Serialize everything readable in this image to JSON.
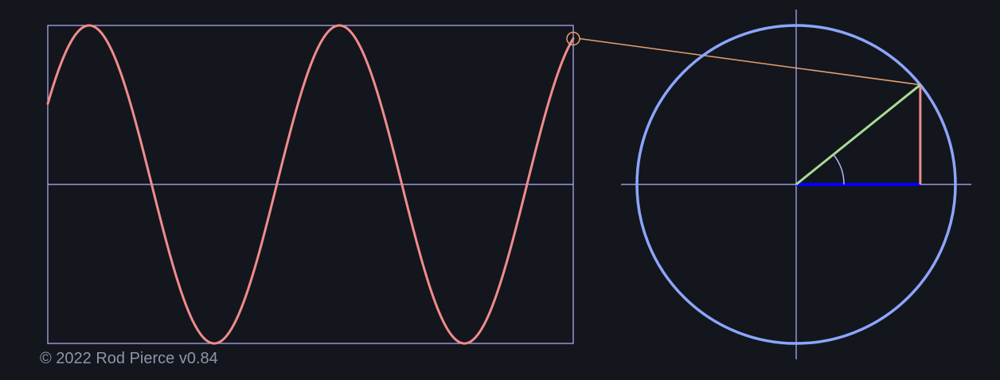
{
  "credit": "© 2022 Rod Pierce v0.84",
  "wave": {
    "cycles": 2.1,
    "phase_start_deg": 30.5,
    "amplitude": 1
  },
  "circle": {
    "angle_deg": 38.8
  },
  "colors": {
    "background": "#14161d",
    "frame": "#b4b4ff",
    "axes": "#b4b4ff",
    "sine_curve": "#f08c8c",
    "circle": "#8ca6ff",
    "radius": "#a8dc96",
    "cosine_segment": "#0000ff",
    "sine_segment": "#f08c8c",
    "projection_line": "#e6a070",
    "angle_arc": "#b4b4ff",
    "marker": "#e6a070"
  }
}
